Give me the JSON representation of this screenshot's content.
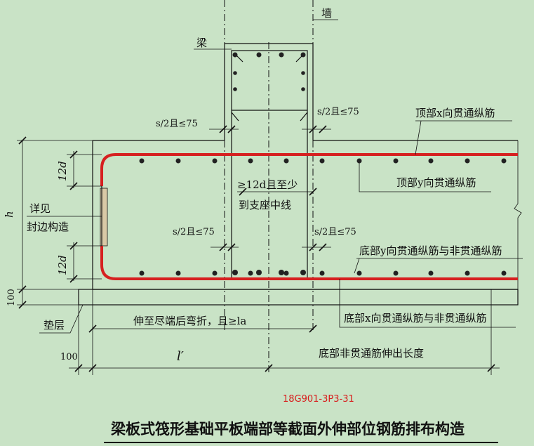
{
  "labels": {
    "wall": "墙",
    "beam": "梁",
    "s2_top_left": "s/2且≤75",
    "s2_top_right": "s/2且≤75",
    "s2_mid_left": "s/2且≤75",
    "s2_mid_right": "s/2且≤75",
    "top_x": "顶部x向贯通纵筋",
    "top_y": "顶部y向贯通纵筋",
    "anchor_1": "≥12d且至少",
    "anchor_2": "到支座中线",
    "dim_12d_top": "12d",
    "dim_12d_bottom": "12d",
    "dim_h": "h",
    "dim_100_left": "100",
    "edge_1": "详见",
    "edge_2": "封边构造",
    "bottom_y": "底部y向贯通纵筋与非贯通纵筋",
    "bottom_x": "底部x向贯通纵筋与非贯通纵筋",
    "cushion": "垫层",
    "extend": "伸至尽端后弯折，且≥la",
    "dim_100_bottom": "100",
    "dim_l_prime": "l′",
    "nonthrough_ext": "底部非贯通筋伸出长度"
  },
  "reference_code": "18G901-3P3-31",
  "title": "梁板式筏形基础平板端部等截面外伸部位钢筋排布构造",
  "colors": {
    "background": "#c9e3c6",
    "rebar": "#d62020",
    "reference": "#d81b1b"
  }
}
